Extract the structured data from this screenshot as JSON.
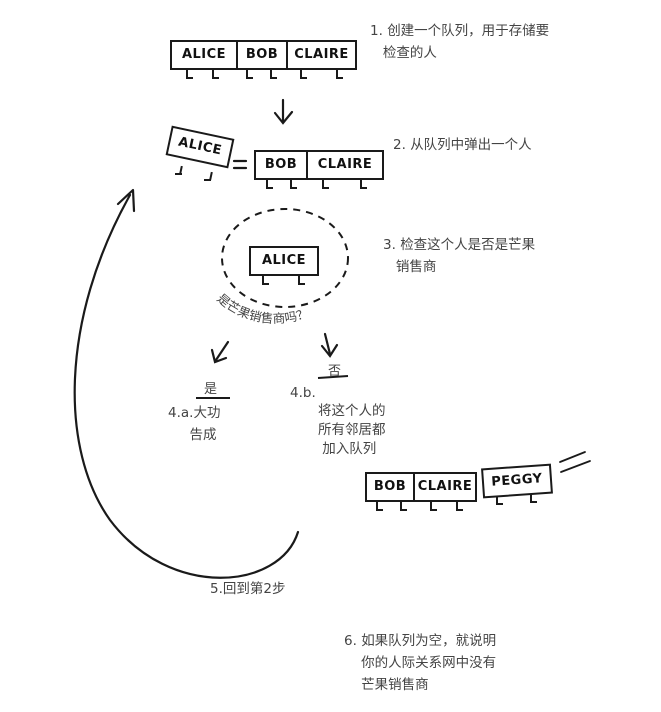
{
  "steps": {
    "s1_num": "1.",
    "s1_line1": "创建一个队列，用于存储要",
    "s1_line2": "检查的人",
    "s2_num": "2.",
    "s2_text": "从队列中弹出一个人",
    "s3_num": "3.",
    "s3_line1": "检查这个人是否是芒果",
    "s3_line2": "销售商",
    "s4a_num": "4.a.",
    "s4a_line1": "大功",
    "s4a_line2": "告成",
    "s4b_num": "4.b.",
    "s4b_line1": "将这个人的",
    "s4b_line2": "所有邻居都",
    "s4b_line3": "加入队列",
    "s5": "5.回到第2步",
    "s6_num": "6.",
    "s6_line1": "如果队列为空，就说明",
    "s6_line2": "你的人际关系网中没有",
    "s6_line3": "芒果销售商"
  },
  "question": "是芒果销售商吗？",
  "answers": {
    "yes": "是",
    "no": "否"
  },
  "queues": {
    "initial": [
      "ALICE",
      "BOB",
      "CLAIRE"
    ],
    "popped": "ALICE",
    "remaining": [
      "BOB",
      "CLAIRE"
    ],
    "checked": "ALICE",
    "final": [
      "BOB",
      "CLAIRE",
      "PEGGY"
    ]
  },
  "colors": {
    "ink": "#1a1a1a",
    "pencil": "#444444"
  }
}
